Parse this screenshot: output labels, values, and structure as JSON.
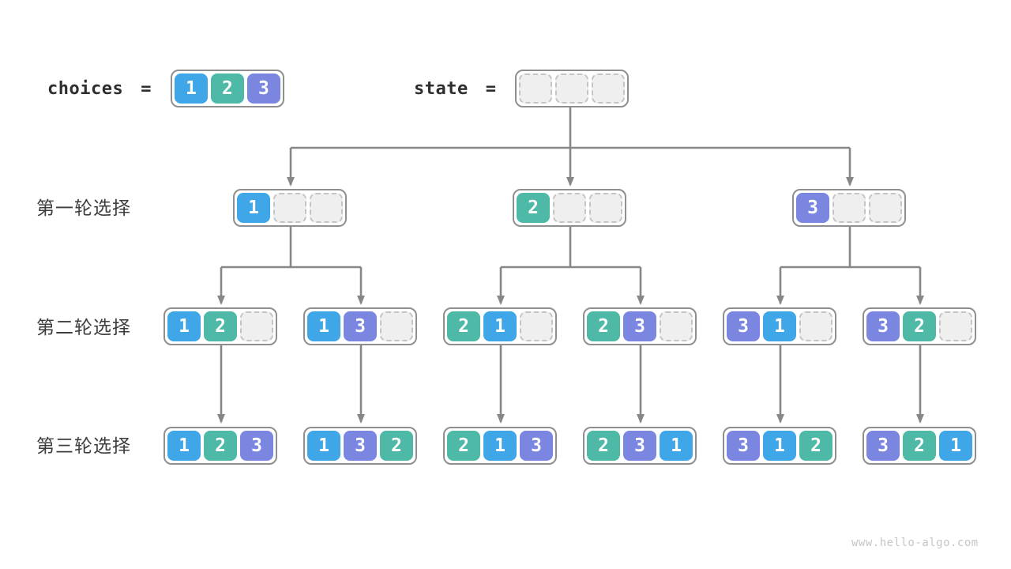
{
  "colors": {
    "value1": "#3fa7e8",
    "value2": "#4db9a6",
    "value3": "#7b86e0",
    "empty_fill": "#efefef",
    "empty_border": "#c4c4c4",
    "box_border": "#8f8f8f",
    "arrow": "#878787"
  },
  "header": {
    "choices_label": "choices",
    "state_label": "state",
    "equals": "=",
    "choices": [
      1,
      2,
      3
    ],
    "state": [
      null,
      null,
      null
    ]
  },
  "rows": [
    {
      "label": "第一轮选择",
      "nodes": [
        [
          1,
          null,
          null
        ],
        [
          2,
          null,
          null
        ],
        [
          3,
          null,
          null
        ]
      ]
    },
    {
      "label": "第二轮选择",
      "nodes": [
        [
          1,
          2,
          null
        ],
        [
          1,
          3,
          null
        ],
        [
          2,
          1,
          null
        ],
        [
          2,
          3,
          null
        ],
        [
          3,
          1,
          null
        ],
        [
          3,
          2,
          null
        ]
      ]
    },
    {
      "label": "第三轮选择",
      "nodes": [
        [
          1,
          2,
          3
        ],
        [
          1,
          3,
          2
        ],
        [
          2,
          1,
          3
        ],
        [
          2,
          3,
          1
        ],
        [
          3,
          1,
          2
        ],
        [
          3,
          2,
          1
        ]
      ]
    }
  ],
  "watermark": "www.hello-algo.com"
}
